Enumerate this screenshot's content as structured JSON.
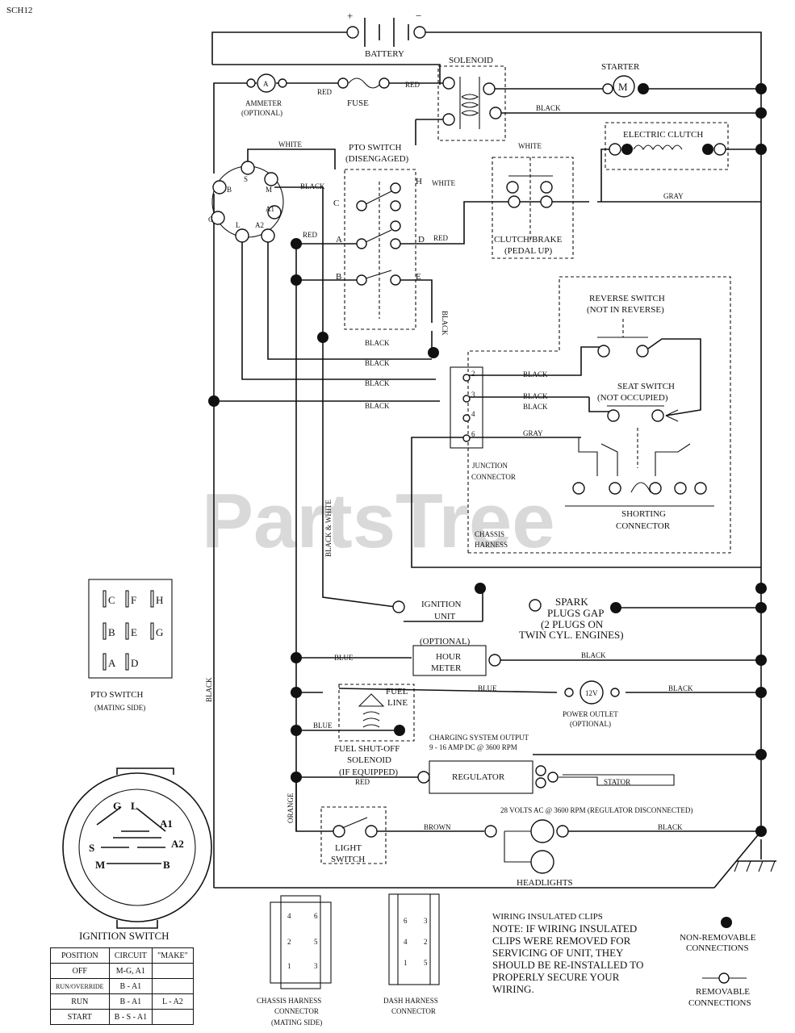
{
  "page_code": "SCH12",
  "watermark": "PartsTree",
  "labels": {
    "plus": "+",
    "minus": "−",
    "battery": "BATTERY",
    "solenoid": "SOLENOID",
    "starter": "STARTER",
    "starter_m": "M",
    "ammeter": "AMMETER",
    "ammeter_opt": "(OPTIONAL)",
    "ammeter_a": "A",
    "fuse": "FUSE",
    "electric_clutch": "ELECTRIC CLUTCH",
    "pto_switch": "PTO SWITCH",
    "pto_disengaged": "(DISENGAGED)",
    "clutch_brake": "CLUTCH/BRAKE",
    "pedal_up": "(PEDAL UP)",
    "reverse_switch": "REVERSE SWITCH",
    "not_in_reverse": "(NOT IN REVERSE)",
    "seat_switch": "SEAT SWITCH",
    "not_occupied": "(NOT OCCUPIED)",
    "junction": "JUNCTION",
    "connector": "CONNECTOR",
    "chassis": "CHASSIS",
    "harness": "HARNESS",
    "shorting": "SHORTING",
    "shorting_connector": "CONNECTOR",
    "ignition": "IGNITION",
    "unit": "UNIT",
    "spark": "SPARK",
    "plugs_gap": "PLUGS GAP",
    "two_plugs": "(2 PLUGS ON",
    "twin_cyl": "TWIN CYL. ENGINES)",
    "optional": "(OPTIONAL)",
    "hour": "HOUR",
    "meter": "METER",
    "fuel": "FUEL",
    "line": "LINE",
    "power_outlet": "POWER OUTLET",
    "power_outlet_opt": "(OPTIONAL)",
    "outlet_v": "12V",
    "fuel_shutoff": "FUEL SHUT-OFF",
    "solenoid2": "SOLENOID",
    "if_equipped": "(IF EQUIPPED)",
    "charging_output": "CHARGING SYSTEM OUTPUT",
    "charging_value": "9 - 16 AMP DC @ 3600 RPM",
    "regulator": "REGULATOR",
    "stator": "STATOR",
    "volts_ac": "28 VOLTS AC @ 3600 RPM (REGULATOR DISCONNECTED)",
    "light": "LIGHT",
    "switch": "SWITCH",
    "headlights": "HEADLIGHTS",
    "pto_mating": "PTO SWITCH",
    "mating_side": "(MATING SIDE)",
    "ignition_switch": "IGNITION SWITCH",
    "chassis_harness_conn_1": "CHASSIS HARNESS",
    "chassis_harness_conn_2": "CONNECTOR",
    "chassis_harness_conn_3": "(MATING SIDE)",
    "dash_harness_conn_1": "DASH HARNESS",
    "dash_harness_conn_2": "CONNECTOR",
    "note_1": "WIRING INSULATED CLIPS",
    "note_2": "NOTE: IF WIRING INSULATED",
    "note_3": "CLIPS WERE REMOVED FOR",
    "note_4": "SERVICING OF UNIT, THEY",
    "note_5": "SHOULD BE RE-INSTALLED TO",
    "note_6": "PROPERLY SECURE YOUR",
    "note_7": "WIRING.",
    "legend_nonrem_1": "NON-REMOVABLE",
    "legend_nonrem_2": "CONNECTIONS",
    "legend_rem_1": "REMOVABLE",
    "legend_rem_2": "CONNECTIONS"
  },
  "wire_colors": {
    "red": "RED",
    "black": "BLACK",
    "white": "WHITE",
    "gray": "GRAY",
    "blue": "BLUE",
    "orange": "ORANGE",
    "brown": "BROWN",
    "black_white": "BLACK & WHITE"
  },
  "ignition_terminals": [
    "S",
    "M",
    "A1",
    "B",
    "L",
    "A2",
    "G"
  ],
  "ignition_terminals_display": [
    "G",
    "L",
    "A1",
    "S",
    "A2",
    "M",
    "B"
  ],
  "pto_terminals": [
    "C",
    "F",
    "H",
    "B",
    "E",
    "G",
    "A",
    "D"
  ],
  "junction_pins": [
    "2",
    "3",
    "4",
    "6"
  ],
  "chassis_pins": [
    "4",
    "6",
    "2",
    "5",
    "1",
    "3"
  ],
  "dash_pins": [
    "6",
    "3",
    "4",
    "2",
    "1",
    "5"
  ],
  "position_table": {
    "headers": [
      "POSITION",
      "CIRCUIT",
      "\"MAKE\""
    ],
    "rows": [
      [
        "OFF",
        "M-G, A1",
        ""
      ],
      [
        "RUN/OVERRIDE",
        "B - A1",
        ""
      ],
      [
        "RUN",
        "B - A1",
        "L - A2"
      ],
      [
        "START",
        "B - S - A1",
        ""
      ]
    ]
  }
}
